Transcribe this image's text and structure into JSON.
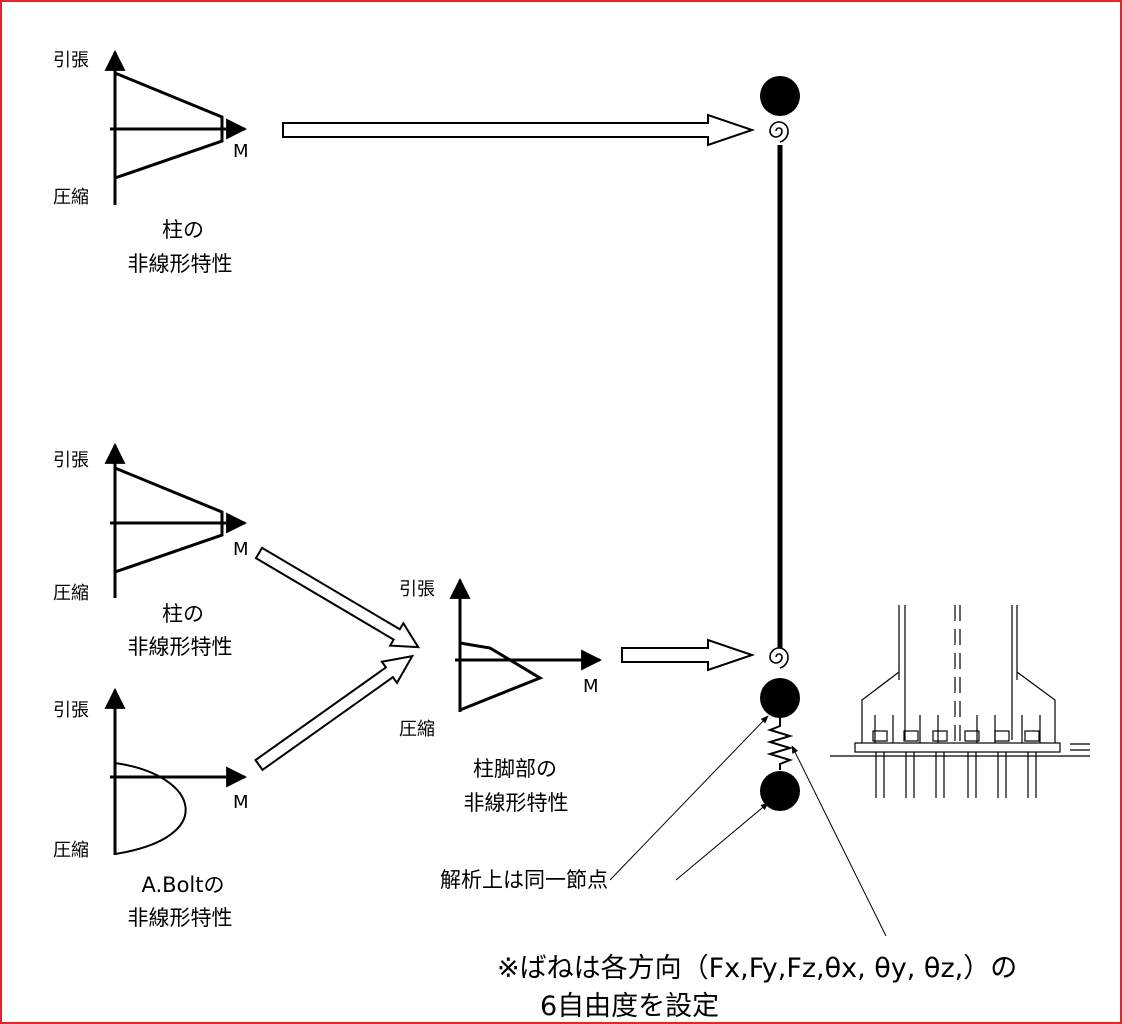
{
  "labels": {
    "tension": "引張",
    "compression": "圧縮",
    "moment": "M"
  },
  "captions": {
    "column_top_line1": "柱の",
    "column_top_line2": "非線形特性",
    "column_mid_line1": "柱の",
    "column_mid_line2": "非線形特性",
    "bolt_line1": "A.Boltの",
    "bolt_line2": "非線形特性",
    "base_line1": "柱脚部の",
    "base_line2": "非線形特性"
  },
  "notes": {
    "same_node": "解析上は同一節点",
    "spring_line1": "※ばねは各方向（Fx,Fy,Fz,θx, θy, θz,）の",
    "spring_line2": "6自由度を設定"
  },
  "colors": {
    "frame_border": "#e32626",
    "ink": "#000000"
  }
}
